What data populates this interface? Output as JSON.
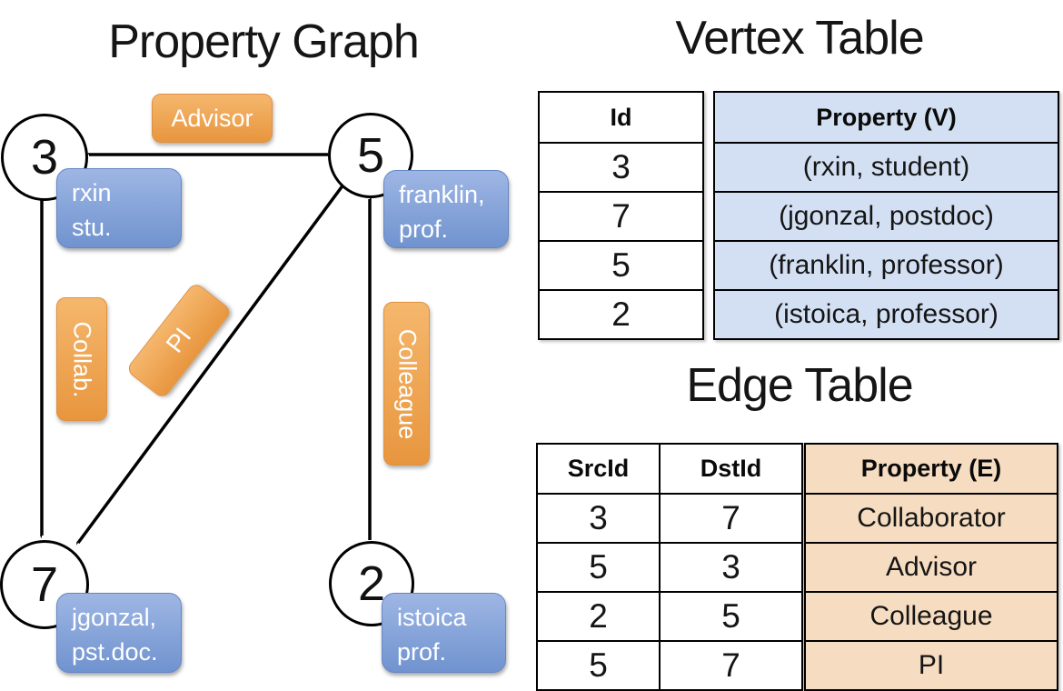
{
  "titles": {
    "graph": "Property Graph",
    "vertex_table": "Vertex Table",
    "edge_table": "Edge Table"
  },
  "graph": {
    "nodes": [
      {
        "id": "3",
        "property": {
          "line1": "rxin",
          "line2": "stu."
        }
      },
      {
        "id": "5",
        "property": {
          "line1": "franklin,",
          "line2": "prof."
        }
      },
      {
        "id": "7",
        "property": {
          "line1": "jgonzal,",
          "line2": "pst.doc."
        }
      },
      {
        "id": "2",
        "property": {
          "line1": "istoica",
          "line2": "prof."
        }
      }
    ],
    "edges": [
      {
        "from": "5",
        "to": "3",
        "label": "Advisor"
      },
      {
        "from": "3",
        "to": "7",
        "label": "Collab."
      },
      {
        "from": "5",
        "to": "7",
        "label": "PI"
      },
      {
        "from": "2",
        "to": "5",
        "label": "Colleague"
      }
    ]
  },
  "vertex_table": {
    "headers": [
      "Id",
      "Property (V)"
    ],
    "rows": [
      [
        "3",
        "(rxin, student)"
      ],
      [
        "7",
        "(jgonzal, postdoc)"
      ],
      [
        "5",
        "(franklin, professor)"
      ],
      [
        "2",
        "(istoica, professor)"
      ]
    ]
  },
  "edge_table": {
    "headers": [
      "SrcId",
      "DstId",
      "Property (E)"
    ],
    "rows": [
      [
        "3",
        "7",
        "Collaborator"
      ],
      [
        "5",
        "3",
        "Advisor"
      ],
      [
        "2",
        "5",
        "Colleague"
      ],
      [
        "5",
        "7",
        "PI"
      ]
    ]
  },
  "colors": {
    "orange_top": "#f5b76d",
    "orange_bottom": "#e8963e",
    "orange_border": "#dd9141",
    "blue_top": "#9eb6e4",
    "blue_bottom": "#7093cf",
    "blue_border": "#6587c5",
    "vertex_cell_bg": "#d3e0f3",
    "edge_cell_bg": "#f6dcc1",
    "line_color": "#000000"
  }
}
